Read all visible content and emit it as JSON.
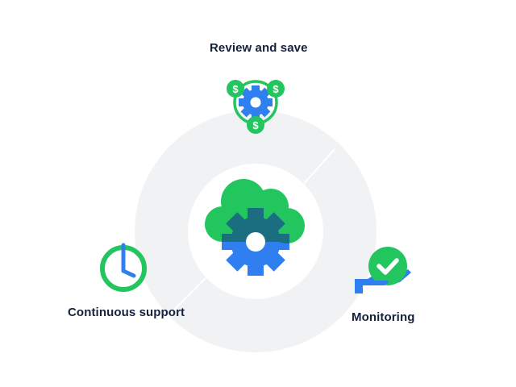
{
  "diagram": {
    "center": {
      "icon": "cloud-gear-icon"
    },
    "steps": [
      {
        "id": "top",
        "label": "Review and save",
        "icon": "gear-dollar-cycle-icon"
      },
      {
        "id": "left",
        "label": "Continuous support",
        "icon": "clock-icon"
      },
      {
        "id": "right",
        "label": "Monitoring",
        "icon": "hand-check-icon"
      }
    ]
  },
  "colors": {
    "ring": "#f1f2f4",
    "green": "#22c55e",
    "blue": "#2f7ff0",
    "overlap": "#1a6e80",
    "text": "#14213d"
  }
}
